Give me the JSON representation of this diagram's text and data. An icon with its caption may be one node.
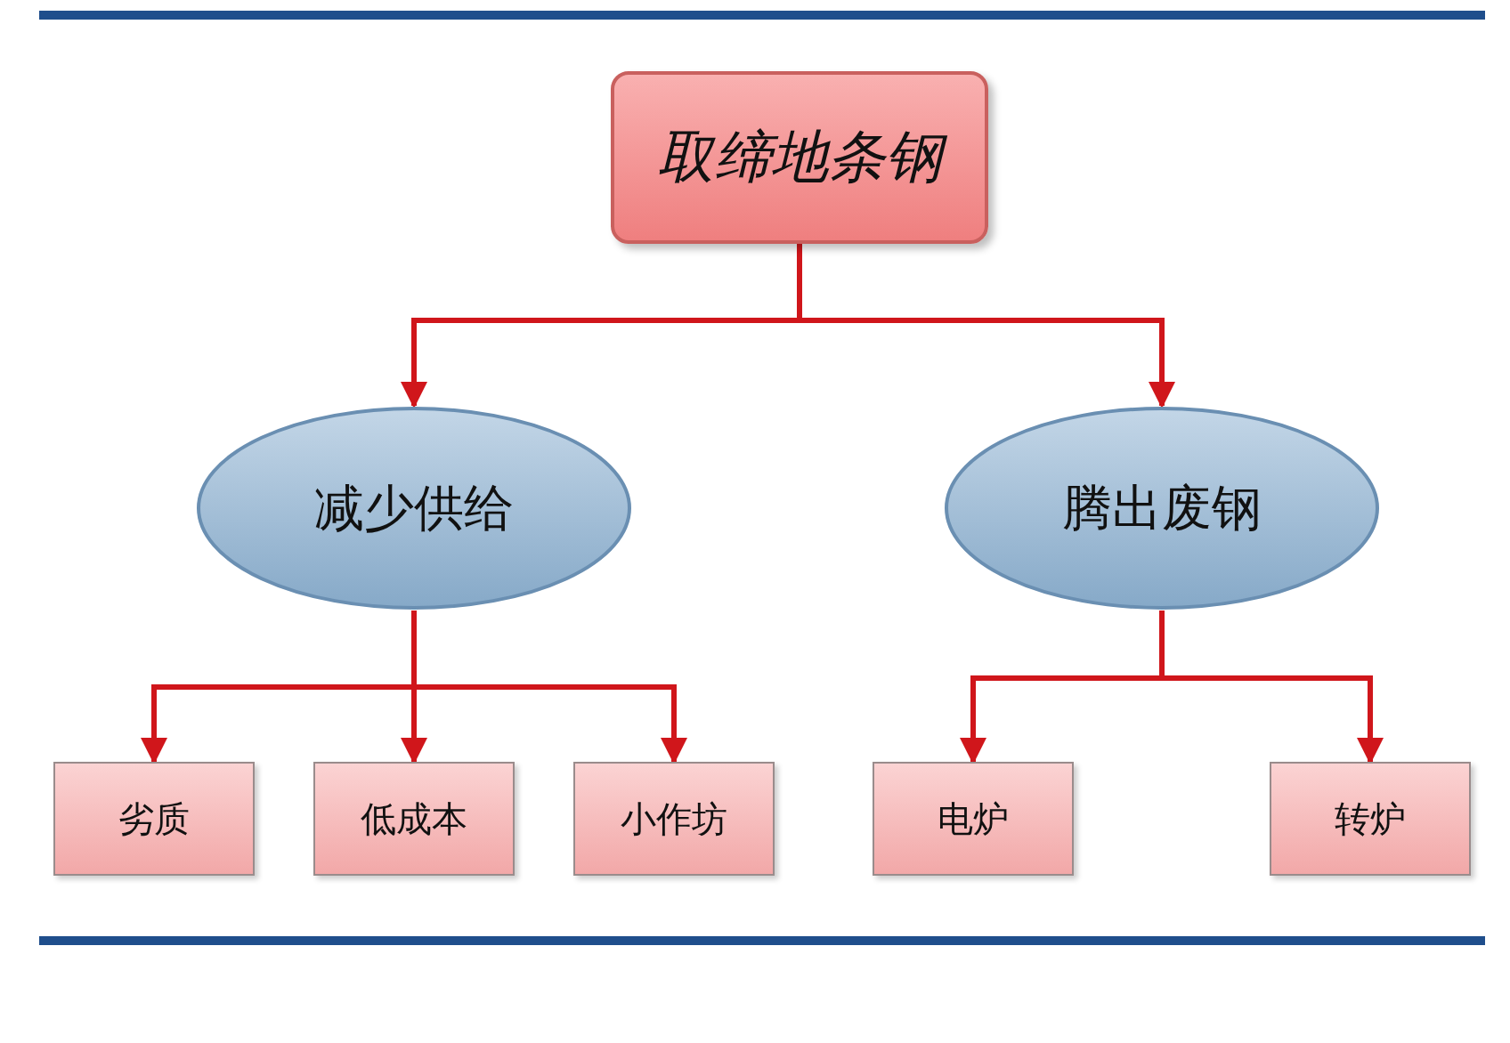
{
  "diagram": {
    "nodes": [
      {
        "text": [
          "取缔地条钢"
        ]
      },
      {
        "text": [
          "减少供给"
        ]
      },
      {
        "text": [
          "腾出废钢"
        ]
      },
      {
        "text": [
          "劣质"
        ]
      },
      {
        "text": [
          "低成本"
        ]
      },
      {
        "text": [
          "小作坊"
        ]
      },
      {
        "text": [
          "电炉"
        ]
      },
      {
        "text": [
          "转炉"
        ]
      }
    ],
    "edges": [
      {
        "from": 0,
        "to": 1,
        "arrow": "to"
      },
      {
        "from": 0,
        "to": 2,
        "arrow": "to"
      },
      {
        "from": 1,
        "to": 3,
        "arrow": "to"
      },
      {
        "from": 1,
        "to": 4,
        "arrow": "to"
      },
      {
        "from": 1,
        "to": 5,
        "arrow": "to"
      },
      {
        "from": 2,
        "to": 6,
        "arrow": "to"
      },
      {
        "from": 2,
        "to": 7,
        "arrow": "to"
      }
    ]
  }
}
